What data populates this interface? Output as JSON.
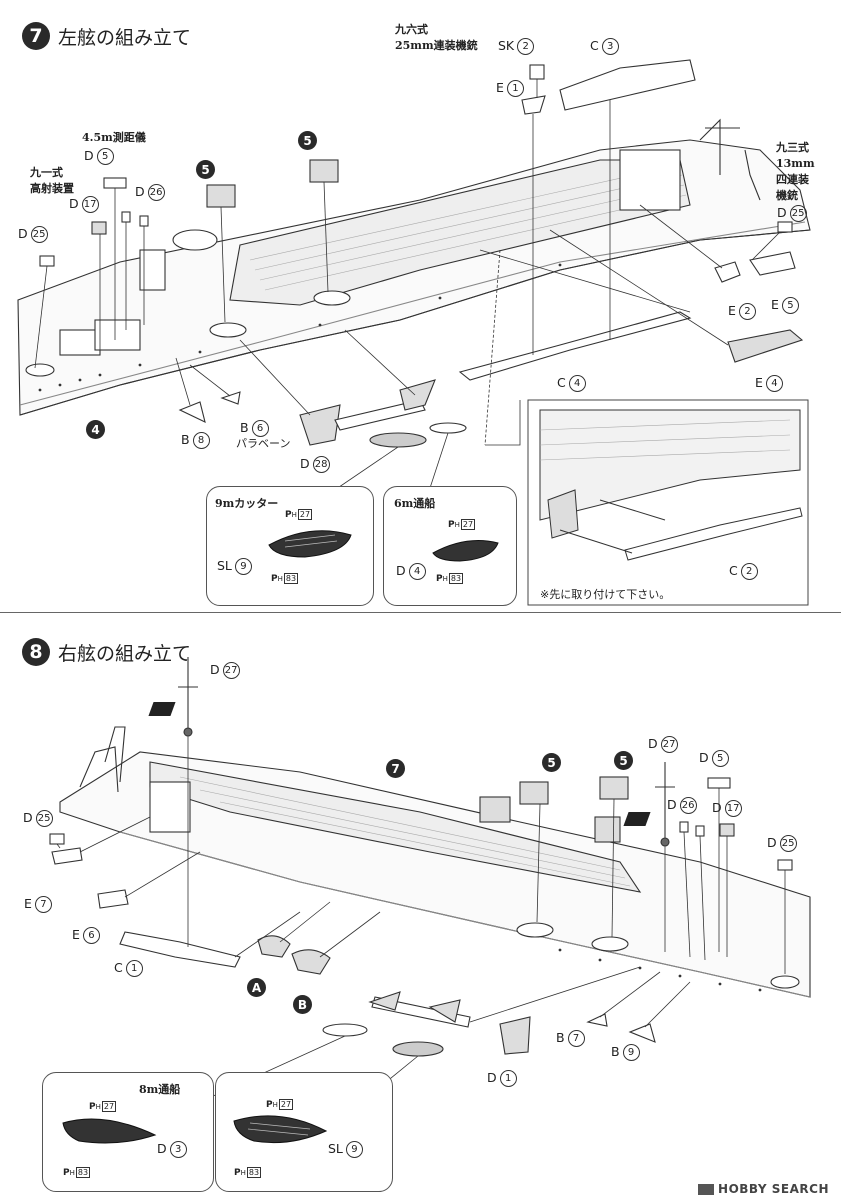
{
  "step7": {
    "number": "7",
    "title": "左舷の組み立て",
    "labels": {
      "d5": "D",
      "d17": "D",
      "d26": "D",
      "d25a": "D",
      "d28": "D",
      "b8": "B",
      "b6": "B",
      "sk2": "SK",
      "e1": "E",
      "c3": "C",
      "e2": "E",
      "e5": "E",
      "e4": "E",
      "c4": "C",
      "d25b": "D"
    },
    "nums": {
      "d5": "5",
      "d17": "17",
      "d26": "26",
      "d25a": "25",
      "d28": "28",
      "b8": "8",
      "b6": "6",
      "sk2": "2",
      "e1": "1",
      "c3": "3",
      "e2": "2",
      "e5": "5",
      "e4": "4",
      "c4": "4",
      "d25b": "25"
    },
    "notes": {
      "rangefinder": "4.5m測距儀",
      "type91_line1": "九一式",
      "type91_line2": "高射装置",
      "type96_line1": "九六式",
      "type96_line2": "25mm連装機銃",
      "type93_line1": "九三式",
      "type93_line2": "13mm",
      "type93_line3": "四連装",
      "type93_line4": "機銃",
      "paravane": "パラベーン"
    },
    "refs": {
      "r5a": "5",
      "r5b": "5",
      "r4": "4"
    },
    "callout_cutter": {
      "title": "9mカッター",
      "ph_top": "27",
      "ph_bottom": "83",
      "part_label": "SL",
      "part_num": "9"
    },
    "callout_launch": {
      "title": "6m通船",
      "ph_top": "27",
      "ph_bottom": "83",
      "part_label": "D",
      "part_num": "4"
    },
    "detail": {
      "part_label": "C",
      "part_num": "2",
      "caution": "※先に取り付けて下さい。"
    }
  },
  "step8": {
    "number": "8",
    "title": "右舷の組み立て",
    "labels": {
      "d27a": "D",
      "d25a": "D",
      "e7": "E",
      "e6": "E",
      "c1": "C",
      "d27b": "D",
      "d5": "D",
      "d26": "D",
      "d17": "D",
      "d25b": "D",
      "b7": "B",
      "b9": "B",
      "d1": "D"
    },
    "nums": {
      "d27a": "27",
      "d25a": "25",
      "e7": "7",
      "e6": "6",
      "c1": "1",
      "d27b": "27",
      "d5": "5",
      "d26": "26",
      "d17": "17",
      "d25b": "25",
      "b7": "7",
      "b9": "9",
      "d1": "1"
    },
    "refs": {
      "r7": "7",
      "r5a": "5",
      "r5b": "5",
      "ra": "A",
      "rb": "B"
    },
    "callout_launch": {
      "title": "8m通船",
      "ph_top": "27",
      "ph_bottom": "83",
      "part_label": "D",
      "part_num": "3"
    },
    "callout_cutter": {
      "ph_top": "27",
      "ph_bottom": "83",
      "part_label": "SL",
      "part_num": "9"
    }
  },
  "ph_prefix": "P",
  "ph_sub": "H",
  "watermark": "HOBBY SEARCH"
}
